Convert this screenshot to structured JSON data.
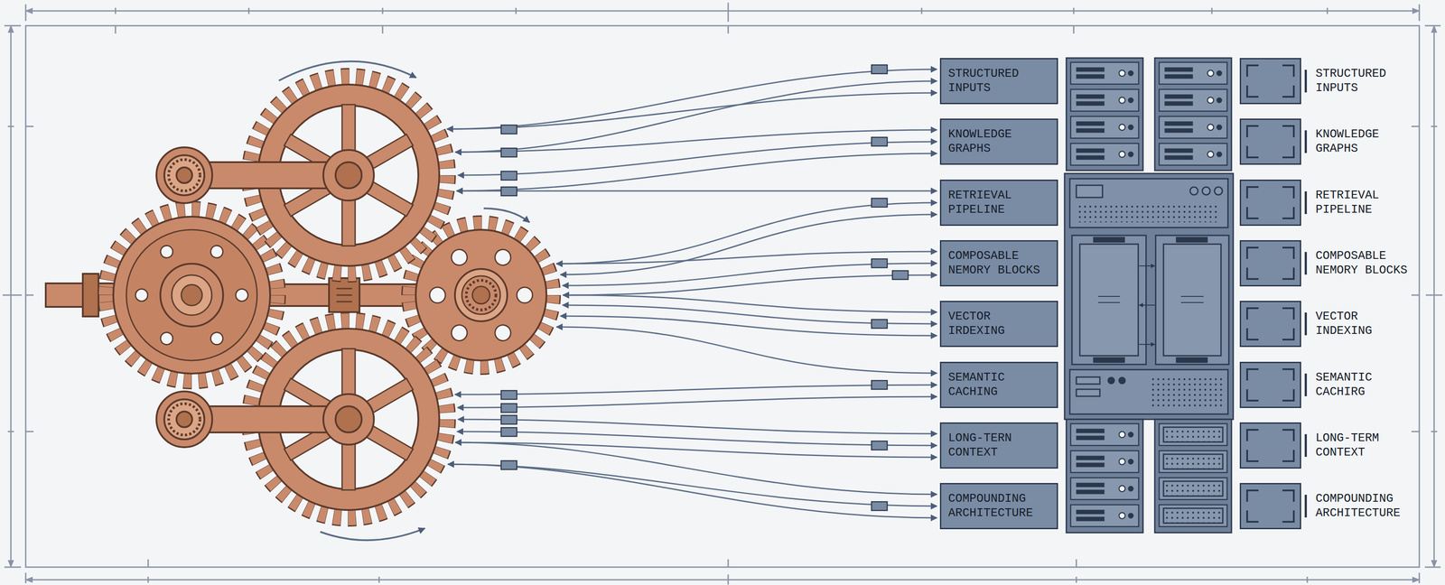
{
  "diagram": {
    "nodes": [
      {
        "text": [
          "STRUCTURED INPUTS"
        ]
      },
      {
        "text": [
          "KNOWLEDGE GRAPHS"
        ]
      },
      {
        "text": [
          "RETRIEVAL PIPELINE"
        ]
      },
      {
        "text": [
          "COMPOSABLE NEMORY BLOCKS"
        ]
      },
      {
        "text": [
          "VECTOR IRDEXING"
        ]
      },
      {
        "text": [
          "SEMANTIC CACHING"
        ]
      },
      {
        "text": [
          "LONG-TERN CONTEXT"
        ]
      },
      {
        "text": [
          "COMPOUNDING ARCHITECTURE"
        ]
      },
      {
        "text": [
          "STRUCTURED INPUTS"
        ]
      },
      {
        "text": [
          "KNOWLEDGE GRAPHS"
        ]
      },
      {
        "text": [
          "RETRIEVAL PIPELINE"
        ]
      },
      {
        "text": [
          "COMPOSABLE NEMORY BLOCKS"
        ]
      },
      {
        "text": [
          "VECTOR INDEXING"
        ]
      },
      {
        "text": [
          "SEMANTIC CACHIRG"
        ]
      },
      {
        "text": [
          "LONG-TERM CONTEXT"
        ]
      },
      {
        "text": [
          "COMPOUNDING ARCHITECTURE"
        ]
      }
    ]
  }
}
